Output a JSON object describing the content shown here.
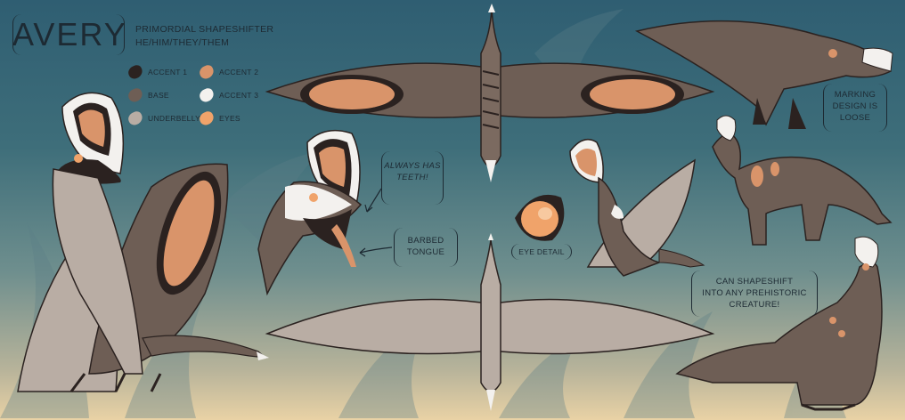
{
  "sheet": {
    "title": "AVERY",
    "subtitle_line1": "PRIMORDIAL SHAPESHIFTER",
    "subtitle_line2": "HE/HIM/THEY/THEM"
  },
  "palette": [
    {
      "label": "ACCENT 1",
      "color": "#2b2220"
    },
    {
      "label": "ACCENT 2",
      "color": "#d9946a"
    },
    {
      "label": "BASE",
      "color": "#6e5e55"
    },
    {
      "label": "ACCENT 3",
      "color": "#f3f1ee"
    },
    {
      "label": "UNDERBELLY",
      "color": "#b9ada4"
    },
    {
      "label": "EYES",
      "color": "#f0a36a"
    }
  ],
  "notes": {
    "teeth_line1": "ALWAYS HAS",
    "teeth_line2": "TEETH!",
    "tongue_line1": "BARBED",
    "tongue_line2": "TONGUE",
    "eye_detail": "EYE DETAIL",
    "marking_line1": "MARKING",
    "marking_line2": "DESIGN IS",
    "marking_line3": "LOOSE",
    "shift_line1": "CAN SHAPESHIFT",
    "shift_line2": "INTO ANY PREHISTORIC",
    "shift_line3": "CREATURE!"
  },
  "colors": {
    "base": "#6e5e55",
    "dark": "#2b2220",
    "underbelly": "#b9ada4",
    "accent2": "#d9946a",
    "white": "#f3f1ee",
    "eye": "#f0a36a"
  }
}
